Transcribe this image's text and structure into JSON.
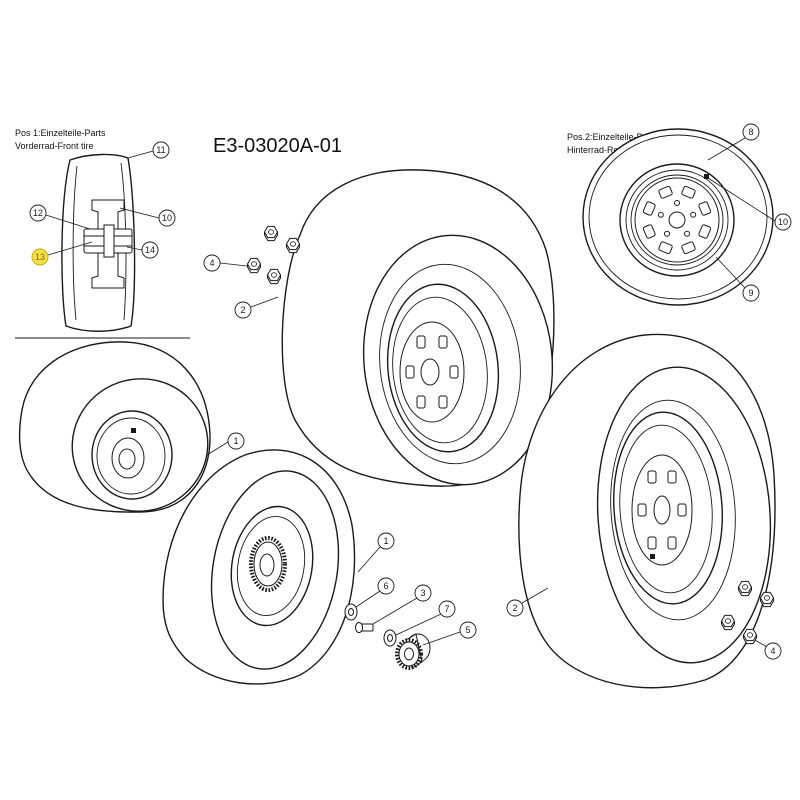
{
  "title": "E3-03020A-01",
  "front_inset": {
    "heading": "Pos 1:Einzelteile-Parts",
    "subheading": "Vorderrad-Front tire",
    "callouts": [
      {
        "label": "11"
      },
      {
        "label": "10"
      },
      {
        "label": "12"
      },
      {
        "label": "13",
        "highlighted": true
      },
      {
        "label": "14"
      }
    ]
  },
  "rear_inset": {
    "heading": "Pos.2:Einzelteile-Parts",
    "subheading": "Hinterrad-Rear tire",
    "callouts": [
      {
        "label": "8"
      },
      {
        "label": "10"
      },
      {
        "label": "9"
      }
    ]
  },
  "assembly_callouts": [
    {
      "label": "4"
    },
    {
      "label": "2"
    },
    {
      "label": "1"
    },
    {
      "label": "1"
    },
    {
      "label": "6"
    },
    {
      "label": "3"
    },
    {
      "label": "7"
    },
    {
      "label": "5"
    },
    {
      "label": "2"
    },
    {
      "label": "4"
    }
  ],
  "colors": {
    "line": "#1a1a1a",
    "background": "#ffffff",
    "highlight": "#f5e04a"
  }
}
